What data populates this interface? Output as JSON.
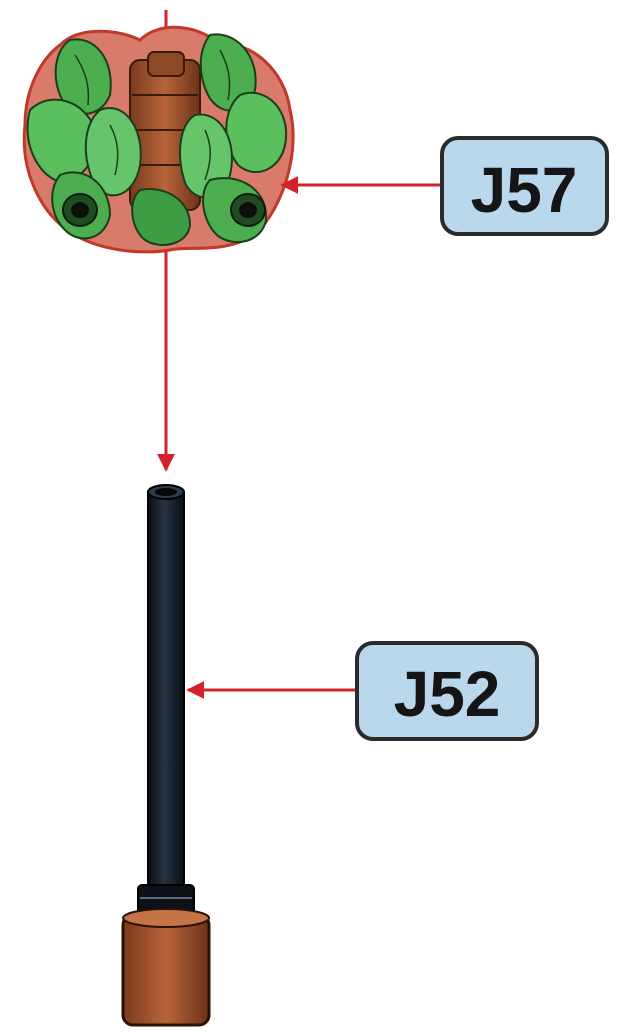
{
  "diagram": {
    "parts": [
      {
        "id": "j57",
        "name": "green-rotor-hub",
        "label": "J57"
      },
      {
        "id": "j52",
        "name": "black-tube-rod",
        "label": "J52"
      }
    ],
    "colors": {
      "arrow": "#d2232a",
      "label_fill": "#b9d8ec",
      "label_border": "#2b2b2b",
      "leaf_green": "#4cae4f",
      "leaf_dark": "#2e7d32",
      "brown": "#a0522d",
      "tube": "#141a22"
    }
  }
}
